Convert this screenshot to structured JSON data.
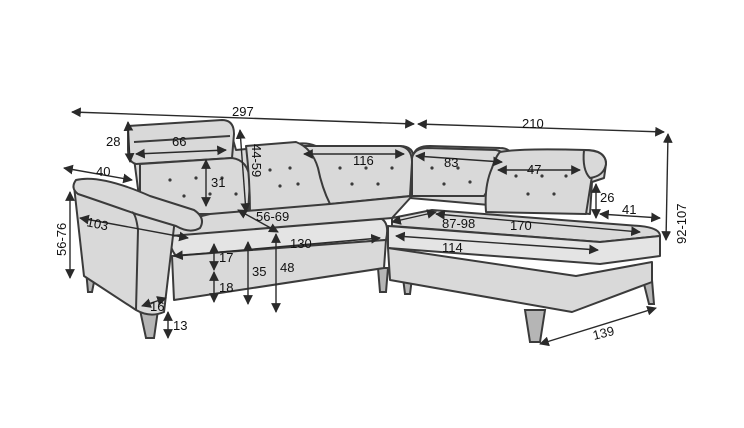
{
  "dimensions": {
    "total_width": "297",
    "chaise_width": "210",
    "total_height": "92-107",
    "headrest_height": "28",
    "headrest_width": "66",
    "headrest_adjust": "44-59",
    "back_cushion_height": "31",
    "backrest_width": "116",
    "corner_backrest": "83",
    "chaise_headrest": "47",
    "chaise_headrest_height": "26",
    "chaise_arm_height": "41",
    "armrest_depth": "40",
    "armrest_length": "103",
    "arm_height": "56-76",
    "seat_depth": "56-69",
    "seat_width": "130",
    "chaise_seat_depth": "87-98",
    "chaise_length": "170",
    "chaise_seat_width": "114",
    "seat_cushion": "17",
    "seat_height_mid": "35",
    "seat_height": "48",
    "base_height": "18",
    "leg_width": "16",
    "leg_height": "13",
    "chaise_depth": "139"
  },
  "colors": {
    "upholstery": "#d9d9d9",
    "outline": "#3b3b3b",
    "leg": "#b5b5b5"
  }
}
